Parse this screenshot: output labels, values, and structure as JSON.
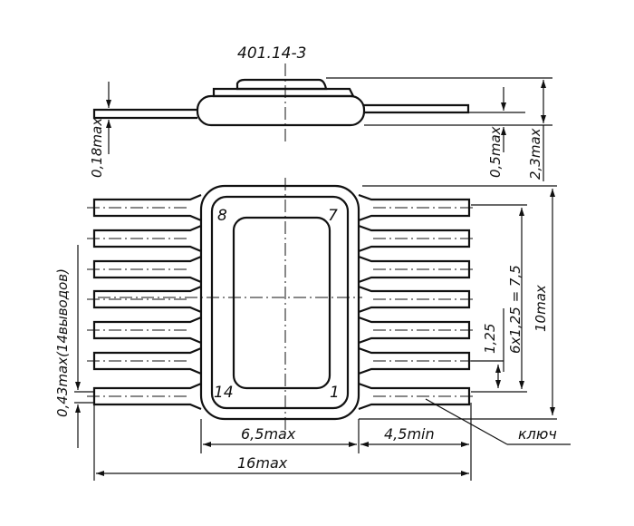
{
  "drawing": {
    "package_code": "401.14-3",
    "side_view": {
      "lead_thickness": "0,18max",
      "standoff": "0,5max",
      "height": "2,3max"
    },
    "top_view": {
      "pin_labels": [
        "8",
        "7",
        "14",
        "1"
      ],
      "lead_width": "0,43max(14выводов)",
      "pitch": "1,25",
      "pitch_total": "6х1,25 = 7,5",
      "body_length": "10max",
      "body_width": "6,5max",
      "lead_length": "4,5min",
      "overall_width": "16max",
      "key_label": "ключ"
    },
    "colors": {
      "ink": "#111111",
      "paper": "#ffffff"
    }
  }
}
